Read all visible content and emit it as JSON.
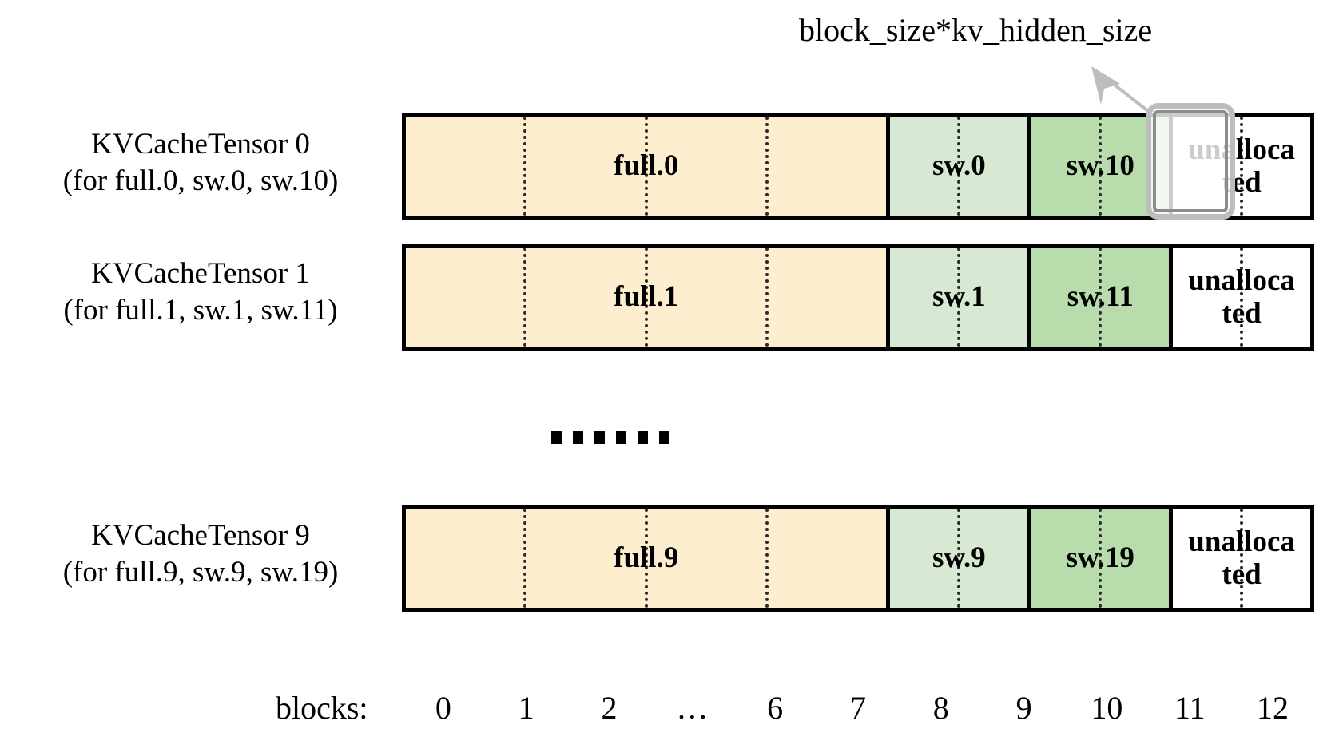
{
  "diagram": {
    "title_callout": "block_size*kv_hidden_size",
    "rows": [
      {
        "label_line1": "KVCacheTensor 0",
        "label_line2": "(for full.0, sw.0, sw.10)",
        "segments": [
          {
            "name": "full.0",
            "blocks": 7,
            "kind": "full"
          },
          {
            "name": "sw.0",
            "blocks": 2,
            "kind": "sw-light"
          },
          {
            "name": "sw.10",
            "blocks": 2,
            "kind": "sw-dark"
          },
          {
            "name": "unalloca ted",
            "blocks": 2,
            "kind": "unalloc"
          }
        ]
      },
      {
        "label_line1": "KVCacheTensor 1",
        "label_line2": "(for full.1, sw.1, sw.11)",
        "segments": [
          {
            "name": "full.1",
            "blocks": 7,
            "kind": "full"
          },
          {
            "name": "sw.1",
            "blocks": 2,
            "kind": "sw-light"
          },
          {
            "name": "sw.11",
            "blocks": 2,
            "kind": "sw-dark"
          },
          {
            "name": "unalloca ted",
            "blocks": 2,
            "kind": "unalloc"
          }
        ]
      },
      {
        "label_line1": "KVCacheTensor 9",
        "label_line2": "(for full.9, sw.9, sw.19)",
        "segments": [
          {
            "name": "full.9",
            "blocks": 7,
            "kind": "full"
          },
          {
            "name": "sw.9",
            "blocks": 2,
            "kind": "sw-light"
          },
          {
            "name": "sw.19",
            "blocks": 2,
            "kind": "sw-dark"
          },
          {
            "name": "unalloca ted",
            "blocks": 2,
            "kind": "unalloc"
          }
        ]
      }
    ],
    "row0": {
      "seg0": "full.0",
      "seg1": "sw.0",
      "seg2": "sw.10",
      "seg3_l1": "unalloca",
      "seg3_l2": "ted",
      "label_l1": "KVCacheTensor 0",
      "label_l2": "(for full.0, sw.0, sw.10)"
    },
    "row1": {
      "seg0": "full.1",
      "seg1": "sw.1",
      "seg2": "sw.11",
      "seg3_l1": "unalloca",
      "seg3_l2": "ted",
      "label_l1": "KVCacheTensor 1",
      "label_l2": "(for full.1, sw.1, sw.11)"
    },
    "row2": {
      "seg0": "full.9",
      "seg1": "sw.9",
      "seg2": "sw.19",
      "seg3_l1": "unalloca",
      "seg3_l2": "ted",
      "label_l1": "KVCacheTensor 9",
      "label_l2": "(for full.9, sw.9, sw.19)"
    },
    "axis": {
      "title": "blocks:",
      "ticks": [
        "0",
        "1",
        "2",
        "…",
        "6",
        "7",
        "8",
        "9",
        "10",
        "11",
        "12"
      ]
    },
    "ellipsis": "……",
    "colors": {
      "full_fill": "#fceece",
      "sw_light_fill": "#d7e9d2",
      "sw_dark_fill": "#b8dcab",
      "unallocated_fill": "#ffffff",
      "border": "#000000",
      "highlight_stroke": "#bdbdbd",
      "arrow": "#bdbdbd"
    }
  }
}
